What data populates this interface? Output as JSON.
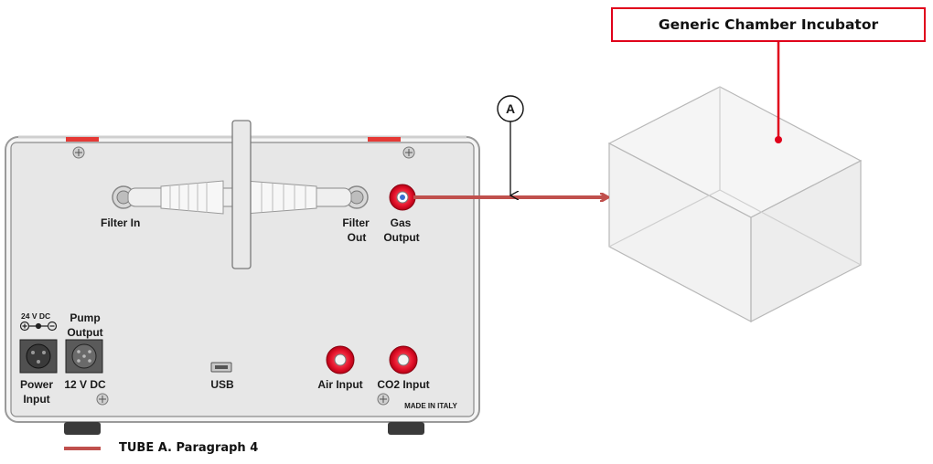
{
  "title": "Generic Chamber Incubator",
  "callout": "A",
  "labels": {
    "filter_in": "Filter In",
    "filter_out_1": "Filter",
    "filter_out_2": "Out",
    "gas_output_1": "Gas",
    "gas_output_2": "Output",
    "volt_24": "24 V DC",
    "pump_1": "Pump",
    "pump_2": "Output",
    "power_1": "Power",
    "power_2": "Input",
    "pump_volt": "12 V DC",
    "usb": "USB",
    "air_input": "Air Input",
    "co2_input": "CO2 Input",
    "made_in": "MADE IN ITALY"
  },
  "legend": {
    "text": "TUBE A. Paragraph 4"
  },
  "colors": {
    "tube": "#c0504d",
    "accent_red": "#e0001b",
    "port_red": "#e3122a",
    "panel": "#e7e7e7",
    "chamber": "#d9d9d9"
  }
}
